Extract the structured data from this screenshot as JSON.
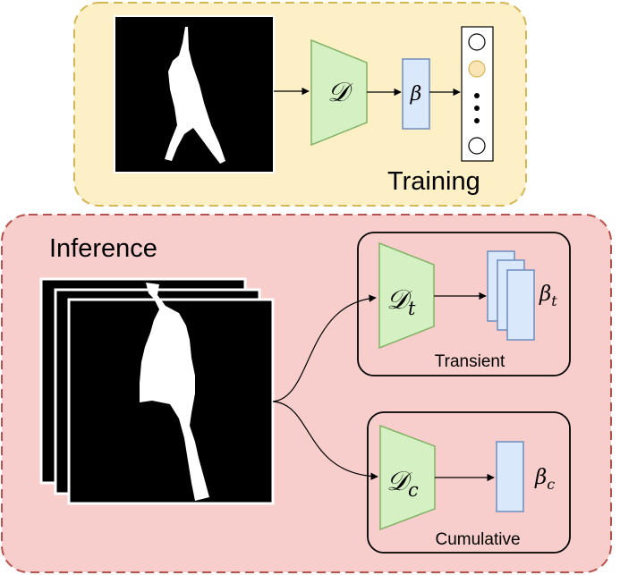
{
  "training": {
    "title": "Training",
    "decoder_symbol": "𝒟",
    "param_symbol": "β"
  },
  "inference": {
    "title": "Inference",
    "transient": {
      "caption": "Transient",
      "decoder_base": "𝒟",
      "decoder_sub": "t",
      "param_base": "β",
      "param_sub": "t"
    },
    "cumulative": {
      "caption": "Cumulative",
      "decoder_base": "𝒟",
      "decoder_sub": "c",
      "param_base": "β",
      "param_sub": "c"
    }
  },
  "colors": {
    "training_fill": "#fdf0c7",
    "training_border": "#d6b656",
    "inference_fill": "#f8cecc",
    "inference_border": "#b85450",
    "decoder_fill": "#d5f1c4",
    "decoder_stroke": "#82b366",
    "param_fill": "#dae8fc",
    "param_stroke": "#6c8ebf",
    "highlight_node": "#fbe5b6"
  }
}
